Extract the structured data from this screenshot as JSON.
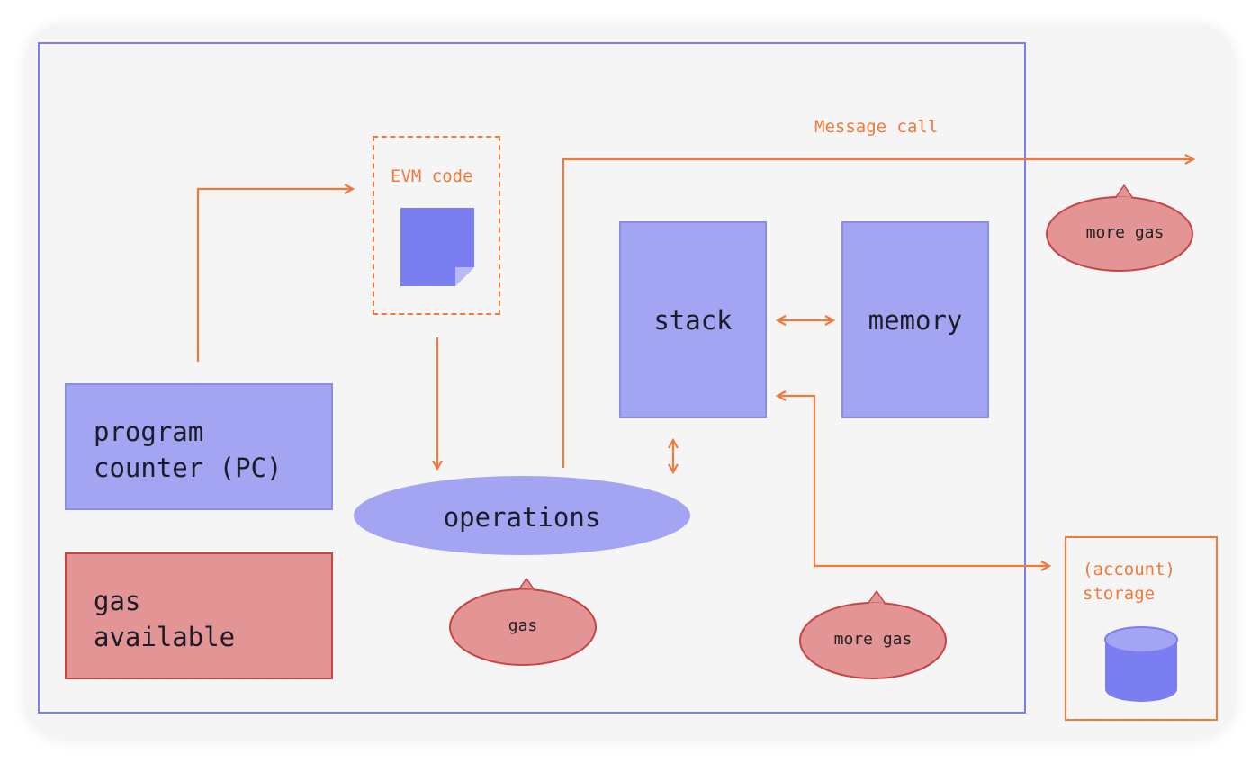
{
  "labels": {
    "program_counter": "program\ncounter (PC)",
    "gas_available": "gas\navailable",
    "evm_code": "EVM code",
    "operations": "operations",
    "stack": "stack",
    "memory": "memory",
    "message_call": "Message call",
    "storage": "(account)\nstorage",
    "gas": "gas",
    "more_gas_top": "more gas",
    "more_gas_bottom": "more gas"
  },
  "colors": {
    "frame": "#7b7ef0",
    "purple_fill": "#a3a4f2",
    "dark_purple": "#7b7ef0",
    "red_fill": "#e39595",
    "red_stroke": "#c74444",
    "arrow": "#f07a3a"
  }
}
